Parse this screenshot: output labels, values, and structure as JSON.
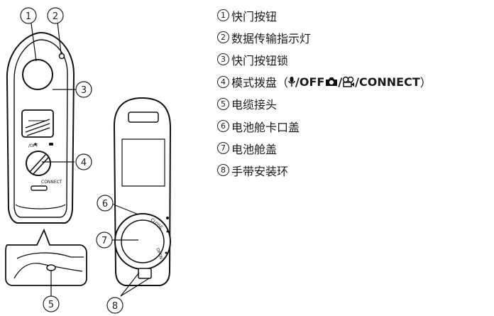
{
  "callouts": [
    "①",
    "②",
    "③",
    "④",
    "⑤",
    "⑥",
    "⑦",
    "⑧"
  ],
  "legend": [
    {
      "num": "1",
      "label": "快门按钮"
    },
    {
      "num": "2",
      "label": "数据传输指示灯"
    },
    {
      "num": "3",
      "label": "快门按钮锁"
    },
    {
      "num": "4",
      "label": "模式拨盘（",
      "modes": [
        "/OFF",
        "/",
        "/",
        "/CONNECT"
      ],
      "suffix": "）"
    },
    {
      "num": "5",
      "label": "电缆接头"
    },
    {
      "num": "6",
      "label": "电池舱卡口盖"
    },
    {
      "num": "7",
      "label": "电池舱盖"
    },
    {
      "num": "8",
      "label": "手带安装环"
    }
  ],
  "device_labels": {
    "dial_off": "/OFF",
    "dial_connect": "CONNECT",
    "cap_close": "CLOSE",
    "cap_open": "OPEN"
  },
  "icons": [
    "microphone-icon",
    "camera-icon",
    "movie-icon"
  ]
}
